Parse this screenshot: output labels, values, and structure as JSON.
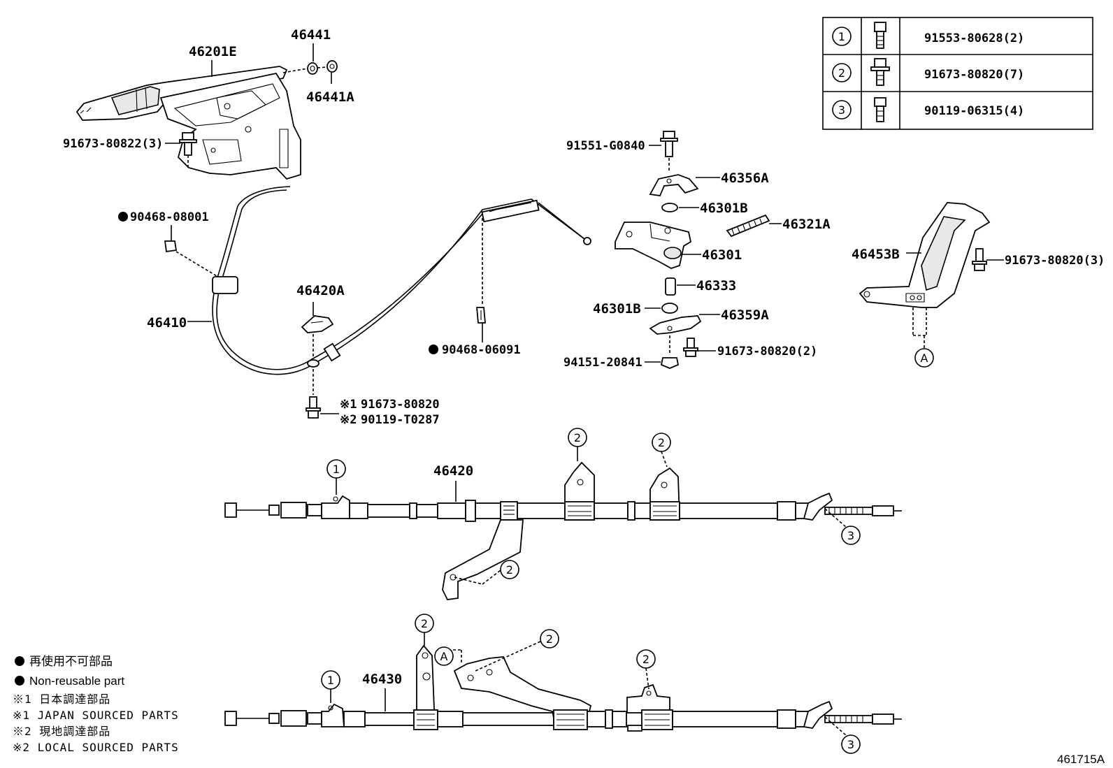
{
  "callouts": {
    "p46201E": "46201E",
    "p46441": "46441",
    "p46441A": "46441A",
    "p91673_80822": "91673-80822(3)",
    "p90468_08001": "90468-08001",
    "p46410": "46410",
    "p46420A": "46420A",
    "p91673_80820_s1": "91673-80820",
    "p90119_T0287_s2": "90119-T0287",
    "p90468_06091": "90468-06091",
    "p91551_G0840": "91551-G0840",
    "p46356A": "46356A",
    "p46301B_top": "46301B",
    "p46321A": "46321A",
    "p46301": "46301",
    "p46333": "46333",
    "p46301B_low": "46301B",
    "p46359A": "46359A",
    "p91673_80820_2": "91673-80820(2)",
    "p94151_20841": "94151-20841",
    "p46453B": "46453B",
    "p91673_80820_3": "91673-80820(3)",
    "p46420": "46420",
    "p46430": "46430"
  },
  "marks": {
    "s1": "※1",
    "s2": "※2",
    "c1": "1",
    "c2": "2",
    "c3": "3",
    "cA": "A"
  },
  "fastener_table": [
    {
      "ref": "1",
      "part": "91553-80628(2)"
    },
    {
      "ref": "2",
      "part": "91673-80820(7)"
    },
    {
      "ref": "3",
      "part": "90119-06315(4)"
    }
  ],
  "legend": {
    "nonreusable_jp": "再使用不可部品",
    "nonreusable_en": "Non-reusable part",
    "japan_jp": "※1 日本調達部品",
    "japan_en": "※1 JAPAN SOURCED PARTS",
    "local_jp": "※2 現地調達部品",
    "local_en": "※2 LOCAL SOURCED PARTS"
  },
  "figure_id": "461715A"
}
